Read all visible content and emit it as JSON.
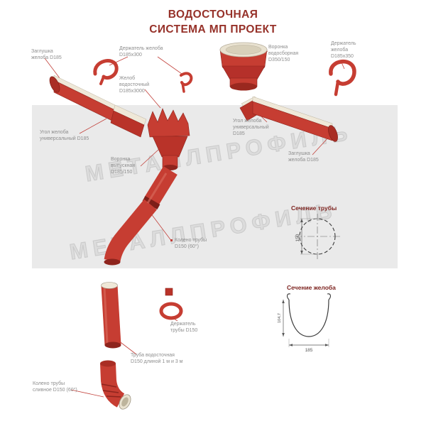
{
  "title": "ВОДОСТОЧНАЯ\nСИСТЕМА МП ПРОЕКТ",
  "watermark": "МЕТАЛЛПРОФИЛЬ",
  "labels": {
    "cap_left": "Заглушка\nжелоба D185",
    "holder_300": "Держатель желоба\nD185х300",
    "funnel_collect": "Воронка\nводосборная\nD350/150",
    "holder_350": "Держатель\nжелоба\nD185х350",
    "gutter": "Желоб\nводосточный\nD185х3000",
    "corner_left": "Угол желоба\nуниверсальный D185",
    "corner_right": "Угол желоба\nуниверсальный\nD185",
    "cap_right": "Заглушка\nжелоба D185",
    "funnel_outlet": "Воронка\nвыпускная\nD185/150",
    "elbow": "Колено трубы\nD150 (60°)",
    "pipe_holder": "Держатель\nтрубы D150",
    "pipe": "Труба водосточная\nD150 длиной 1 м и 3 м",
    "elbow_drain": "Колено трубы\nсливное D150 (60°)"
  },
  "sections": {
    "pipe_title": "Сечение трубы",
    "pipe_diameter": "150",
    "gutter_title": "Сечение желоба",
    "gutter_width": "185",
    "gutter_depth": "104,7"
  },
  "colors": {
    "red": "#C63D32",
    "red_dark": "#8E241D",
    "cream": "#EFE8D8",
    "panel_gray": "#EAEAEA",
    "title_red": "#963129",
    "label_gray": "#8E8E8E"
  }
}
